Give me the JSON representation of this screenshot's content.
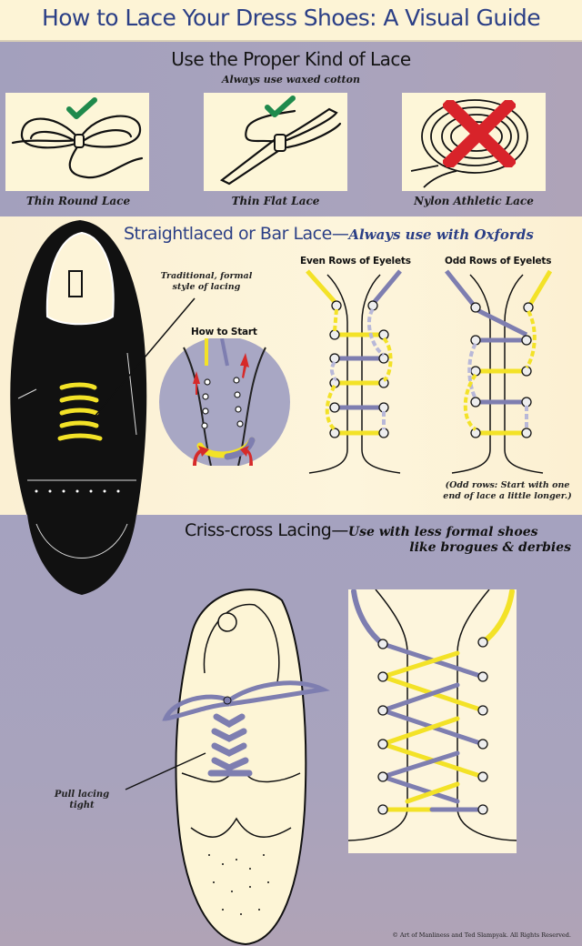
{
  "header": {
    "title": "How to Lace Your Dress Shoes: A Visual Guide"
  },
  "section_lace_type": {
    "title": "Use the Proper Kind of Lace",
    "subtitle": "Always use waxed cotton",
    "cards": [
      {
        "label": "Thin Round Lace",
        "verdict": "check-icon",
        "verdict_color": "#1f8a4c"
      },
      {
        "label": "Thin Flat Lace",
        "verdict": "check-icon",
        "verdict_color": "#1f8a4c"
      },
      {
        "label": "Nylon Athletic Lace",
        "verdict": "x-icon",
        "verdict_color": "#d8232a"
      }
    ]
  },
  "section_bar_lace": {
    "title": "Straightlaced or Bar Lace—",
    "title_italic": "Always use with Oxfords",
    "annotation": [
      "Traditional, formal",
      "style of lacing"
    ],
    "how_to_start": "How to Start",
    "even_label": "Even Rows of Eyelets",
    "odd_label": "Odd Rows of Eyelets",
    "odd_note": [
      "(Odd rows: Start with one",
      "end of lace a little longer.)"
    ]
  },
  "section_criss_cross": {
    "title": "Criss-cross Lacing—",
    "title_italic": "Use with less formal shoes",
    "title_italic_2": "like brogues & derbies",
    "annotation": [
      "Pull lacing",
      "tight"
    ]
  },
  "footer": {
    "copyright": "© Art of Manliness and Ted Slampyak. All Rights Reserved."
  },
  "colors": {
    "title_blue": "#2b3f86",
    "cream": "#fdf5dc",
    "lavender": "#a8a2bc",
    "lace_yellow": "#f3e227",
    "lace_purple": "#7e7eb0",
    "check_green": "#1f8a4c",
    "cross_red": "#d8232a",
    "arrow_red": "#d62a2a"
  }
}
